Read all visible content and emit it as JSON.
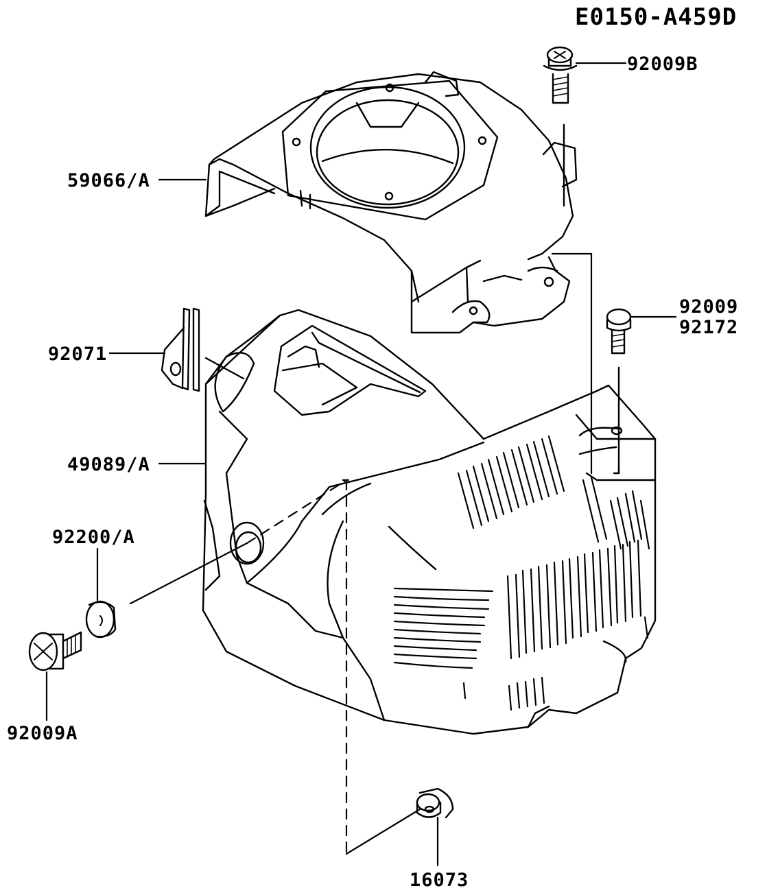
{
  "diagram": {
    "code": "E0150-A459D",
    "parts": {
      "screw_top": "92009B",
      "fan_housing": "59066/A",
      "screw_right_a": "92009",
      "screw_right_b": "92172",
      "seal": "92071",
      "cover": "49089/A",
      "washer": "92200/A",
      "screw_left": "92009A",
      "grommet": "16073"
    }
  }
}
